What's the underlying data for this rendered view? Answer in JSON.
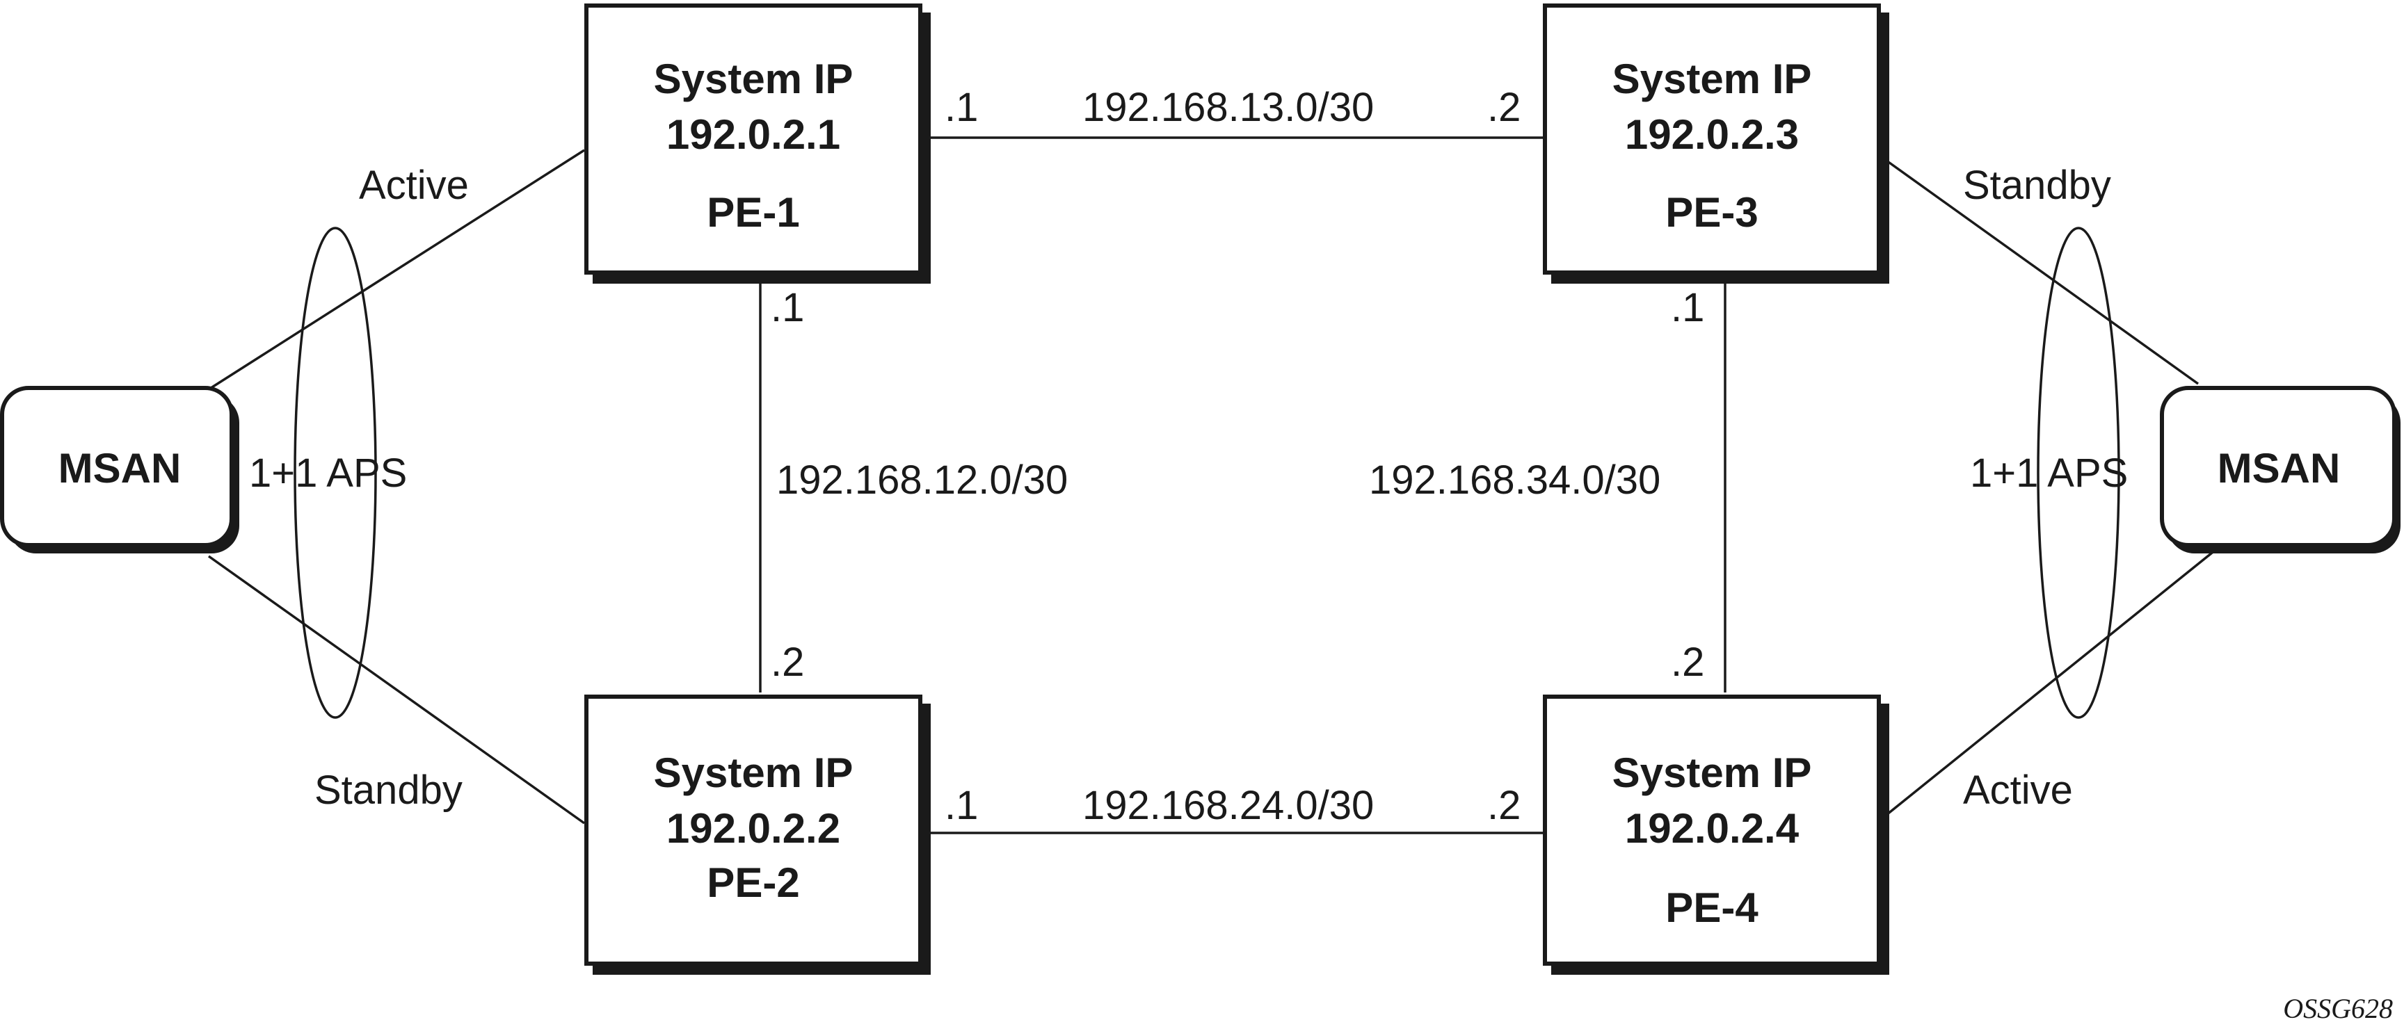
{
  "nodes": {
    "pe1": {
      "line1": "System IP",
      "line2": "192.0.2.1",
      "name": "PE-1"
    },
    "pe2": {
      "line1": "System IP",
      "line2": "192.0.2.2",
      "name": "PE-2"
    },
    "pe3": {
      "line1": "System IP",
      "line2": "192.0.2.3",
      "name": "PE-3"
    },
    "pe4": {
      "line1": "System IP",
      "line2": "192.0.2.4",
      "name": "PE-4"
    },
    "msan_left": {
      "name": "MSAN"
    },
    "msan_right": {
      "name": "MSAN"
    }
  },
  "links": {
    "pe1_pe3": {
      "subnet": "192.168.13.0/30",
      "a_end": ".1",
      "b_end": ".2"
    },
    "pe2_pe4": {
      "subnet": "192.168.24.0/30",
      "a_end": ".1",
      "b_end": ".2"
    },
    "pe1_pe2": {
      "subnet": "192.168.12.0/30",
      "a_end": ".1",
      "b_end": ".2"
    },
    "pe3_pe4": {
      "subnet": "192.168.34.0/30",
      "a_end": ".1",
      "b_end": ".2"
    }
  },
  "access": {
    "left_top": "Active",
    "left_bottom": "Standby",
    "left_aps": "1+1 APS",
    "right_top": "Standby",
    "right_bottom": "Active",
    "right_aps": "1+1 APS"
  },
  "figure_id": "OSSG628"
}
